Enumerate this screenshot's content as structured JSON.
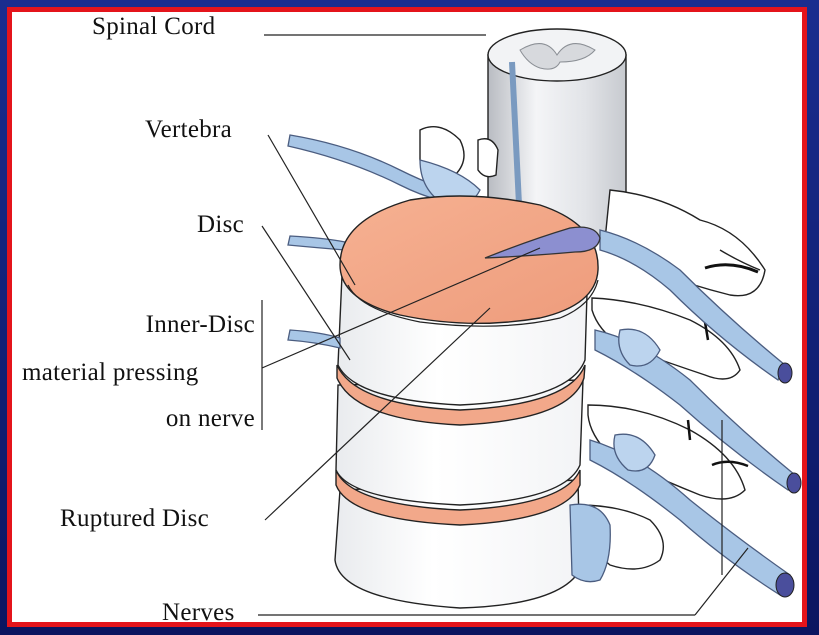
{
  "labels": {
    "spinal_cord": "Spinal Cord",
    "vertebra": "Vertebra",
    "disc": "Disc",
    "inner_disc_1": "Inner-Disc",
    "inner_disc_2": "material pressing",
    "inner_disc_3": "on nerve",
    "ruptured_disc": "Ruptured Disc",
    "nerves": "Nerves"
  },
  "colors": {
    "frame_border": "#e4141b",
    "background": "#12237a",
    "disc": "#f2a88a",
    "nerve": "#a8c6e6",
    "herniation": "#8c8fd0",
    "bone": "#ffffff"
  }
}
